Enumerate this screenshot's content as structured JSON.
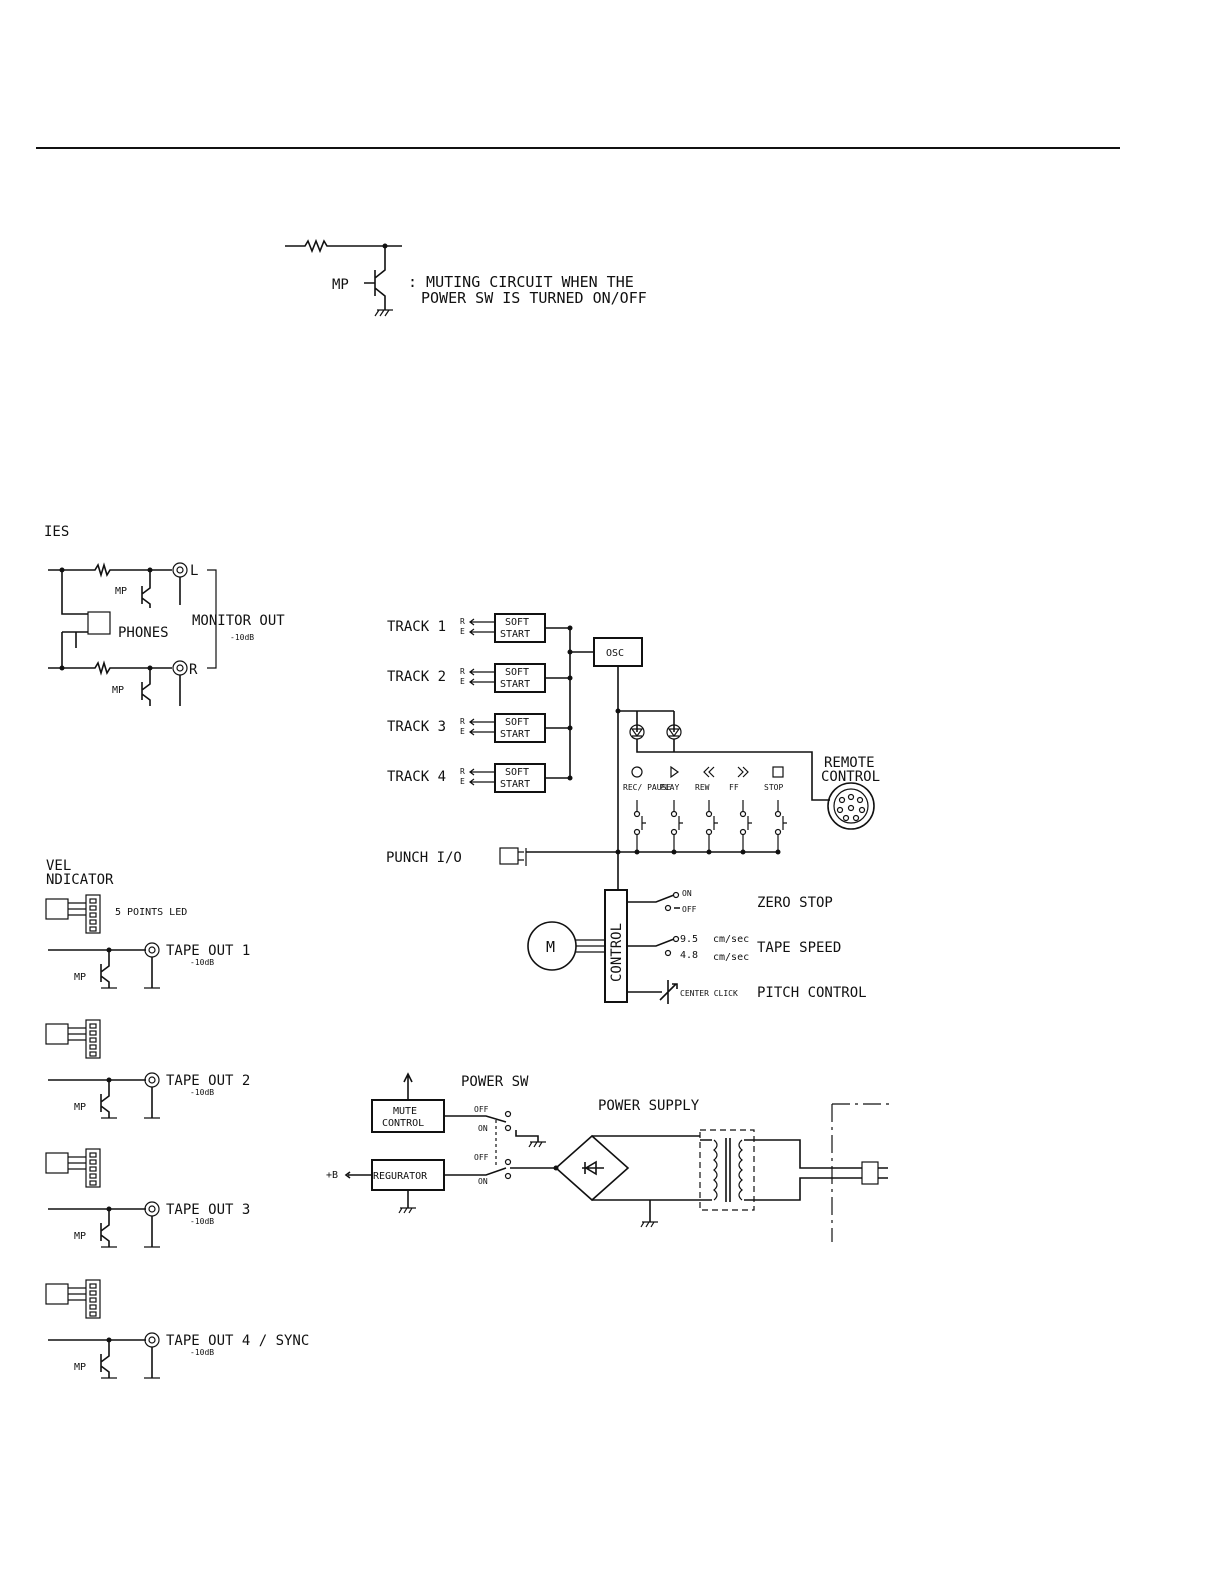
{
  "legend": {
    "mp_label": "MP",
    "muting_line1": ": MUTING CIRCUIT WHEN THE",
    "muting_line2": "POWER SW IS TURNED ON/OFF"
  },
  "left_top": {
    "fragment": "IES",
    "l_label": "L",
    "r_label": "R",
    "phones": "PHONES",
    "monitor_out": "MONITOR OUT",
    "monitor_level": "-10dB",
    "mp_label": "MP"
  },
  "level_indicator": {
    "line1": "VEL",
    "line2": "NDICATOR",
    "five_points_led": "5 POINTS LED"
  },
  "tape_outs": [
    {
      "label": "TAPE OUT 1",
      "level": "-10dB",
      "mp": "MP"
    },
    {
      "label": "TAPE OUT 2",
      "level": "-10dB",
      "mp": "MP"
    },
    {
      "label": "TAPE OUT 3",
      "level": "-10dB",
      "mp": "MP"
    },
    {
      "label": "TAPE OUT 4 / SYNC",
      "level": "-10dB",
      "mp": "MP"
    }
  ],
  "tracks": [
    {
      "label": "TRACK 1",
      "r": "R",
      "e": "E",
      "box1": "SOFT",
      "box2": "START"
    },
    {
      "label": "TRACK 2",
      "r": "R",
      "e": "E",
      "box1": "SOFT",
      "box2": "START"
    },
    {
      "label": "TRACK 3",
      "r": "R",
      "e": "E",
      "box1": "SOFT",
      "box2": "START"
    },
    {
      "label": "TRACK 4",
      "r": "R",
      "e": "E",
      "box1": "SOFT",
      "box2": "START"
    }
  ],
  "osc": "OSC",
  "transport_buttons": [
    "REC/ PAUSE",
    "PLAY",
    "REW",
    "FF",
    "STOP"
  ],
  "remote_control": {
    "line1": "REMOTE",
    "line2": "CONTROL"
  },
  "punch_io": "PUNCH I/O",
  "control": "CONTROL",
  "motor": "M",
  "zero_stop": {
    "on": "ON",
    "off": "OFF",
    "label": "ZERO STOP"
  },
  "tape_speed": {
    "s1": "9.5",
    "s2": "4.8",
    "unit": "cm/sec",
    "label": "TAPE SPEED"
  },
  "pitch": {
    "center": "CENTER CLICK",
    "label": "PITCH CONTROL"
  },
  "power": {
    "sw": "POWER SW",
    "supply": "POWER SUPPLY",
    "mute1": "MUTE",
    "mute2": "CONTROL",
    "regulator": "REGURATOR",
    "plus_b": "+B",
    "off": "OFF",
    "on": "ON"
  }
}
